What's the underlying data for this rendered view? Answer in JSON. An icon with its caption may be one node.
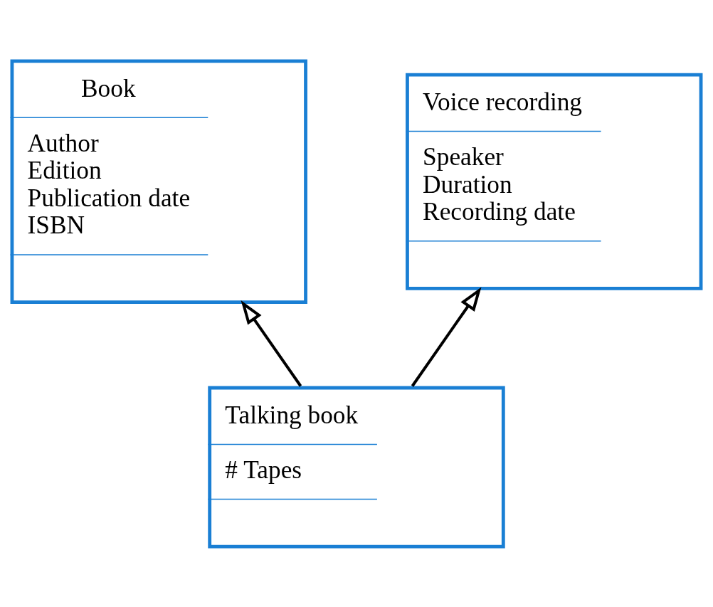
{
  "diagram": {
    "nodes": [
      {
        "text": [
          "Book",
          "Author",
          "Edition",
          "Publication date",
          "ISBN"
        ]
      },
      {
        "text": [
          "Voice recording",
          "Speaker",
          "Duration",
          "Recording date"
        ]
      },
      {
        "text": [
          "Talking book",
          "# Tapes"
        ]
      }
    ],
    "edges": [
      {
        "from": 2,
        "to": 0,
        "arrow": "to"
      },
      {
        "from": 2,
        "to": 1,
        "arrow": "to"
      }
    ]
  }
}
